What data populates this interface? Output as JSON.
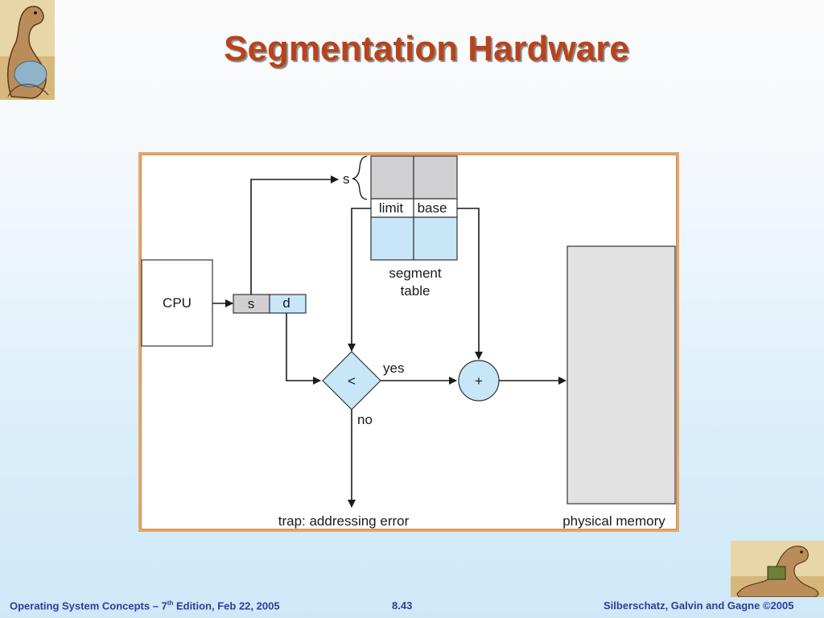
{
  "slide": {
    "title": "Segmentation Hardware"
  },
  "diagram": {
    "cpu_label": "CPU",
    "s_label": "s",
    "d_label": "d",
    "s_pointer_label": "s",
    "limit_label": "limit",
    "base_label": "base",
    "segment_table_line1": "segment",
    "segment_table_line2": "table",
    "compare_symbol": "<",
    "yes_label": "yes",
    "no_label": "no",
    "add_symbol": "+",
    "trap_label": "trap: addressing error",
    "physical_memory_label": "physical memory"
  },
  "footer": {
    "left_prefix": "Operating System Concepts – 7",
    "left_sup": "th",
    "left_suffix": " Edition, Feb 22, 2005",
    "page_number": "8.43",
    "right": "Silberschatz, Galvin and Gagne ©2005"
  },
  "colors": {
    "title": "#b8431b",
    "footer_text": "#2f3c9a",
    "frame_border": "#e8a66c",
    "gray_fill": "#d0d0d2",
    "blue_fill": "#c7e6f8"
  }
}
